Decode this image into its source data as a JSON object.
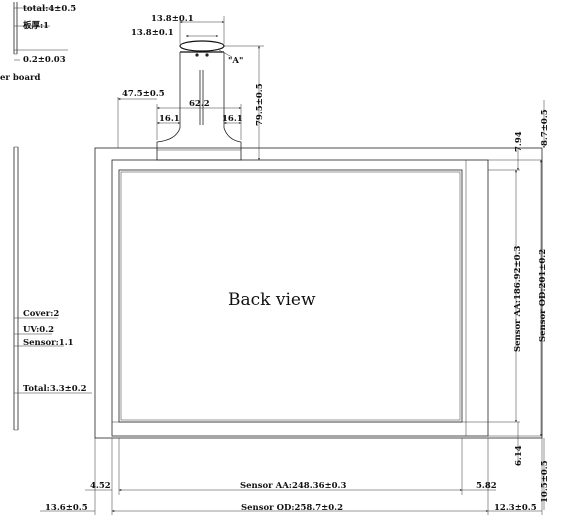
{
  "side_view": {
    "total_top": "total:4±0.5",
    "board_thickness": "板厚:1",
    "gap": "0.2±0.03",
    "board_label": "er board",
    "cover": "Cover:2",
    "uv": "UV:0.2",
    "sensor": "Sensor:1.1",
    "total": "Total:3.3±0.2"
  },
  "fpc": {
    "w1": "13.8±0.1",
    "w2": "13.8±0.1",
    "detail": "\"A\"",
    "offset": "47.5±0.5",
    "width": "62.2",
    "left_pad": "16.1",
    "right_pad": "16.1",
    "length": "79.5±0.5"
  },
  "main_view": {
    "title": "Back view",
    "top_margin": "7.94",
    "top_edge": "8.7±0.5",
    "sensor_aa_h": "Sensor AA:186.92±0.3",
    "sensor_od_h": "Sensor OD:201±0.2",
    "bottom_margin": "6.14",
    "bottom_edge": "10.5±0.5",
    "left_margin": "4.52",
    "sensor_aa_w": "Sensor AA:248.36±0.3",
    "right_margin": "5.82",
    "left_edge": "13.6±0.5",
    "sensor_od_w": "Sensor OD:258.7±0.2",
    "right_edge": "12.3±0.5"
  }
}
